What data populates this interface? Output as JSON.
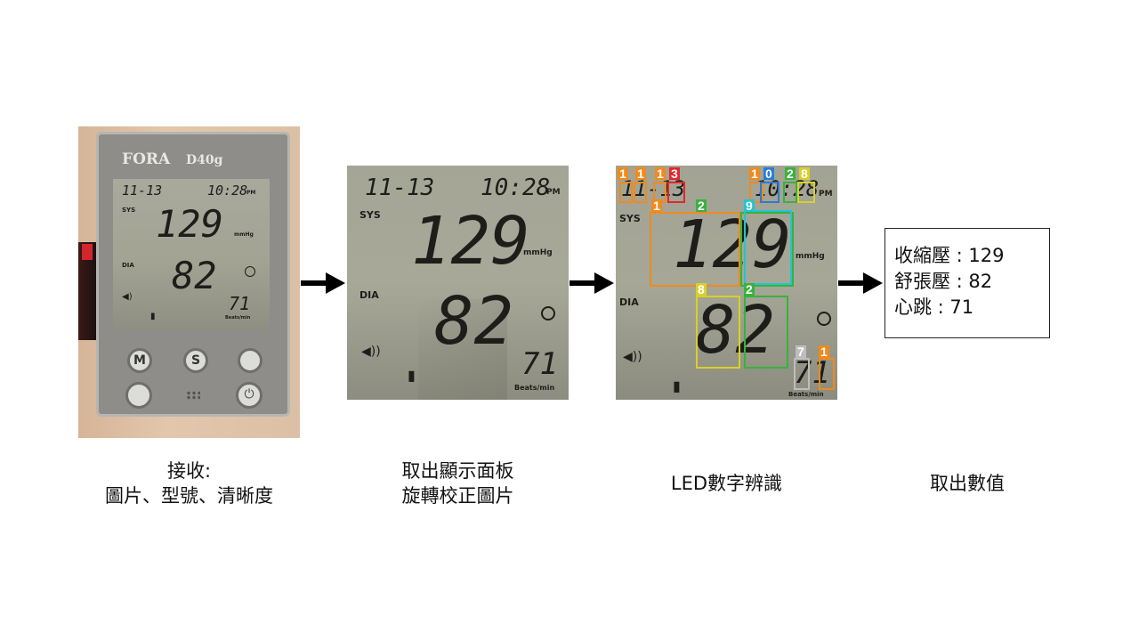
{
  "step1": {
    "brand": "FORA",
    "model": "D40g",
    "date": "11-13",
    "time": "10:28",
    "time_suffix": "PM",
    "sys_label": "SYS",
    "dia_label": "DIA",
    "sys_value": "129",
    "dia_value": "82",
    "pulse_value": "71",
    "unit_mmhg": "mmHg",
    "unit_beats": "Beats/min",
    "btn_m": "M",
    "btn_s": "S",
    "caption_line1": "接收:",
    "caption_line2": "圖片、型號、清晰度"
  },
  "step2": {
    "date": "11-13",
    "time": "10:28",
    "time_suffix": "PM",
    "sys_label": "SYS",
    "dia_label": "DIA",
    "sys_value": "129",
    "dia_value": "82",
    "pulse_value": "71",
    "unit_mmhg": "mmHg",
    "unit_beats": "Beats/min",
    "caption_line1": "取出顯示面板",
    "caption_line2": "旋轉校正圖片"
  },
  "step3": {
    "date": "11-13",
    "time": "10:28",
    "time_suffix": "PM",
    "sys_label": "SYS",
    "dia_label": "DIA",
    "sys_value": "129",
    "dia_value": "82",
    "pulse_value": "71",
    "unit_mmhg": "mmHg",
    "unit_beats": "Beats/min",
    "detections": [
      {
        "digit": "1",
        "color": "#f08a1c"
      },
      {
        "digit": "1",
        "color": "#f08a1c"
      },
      {
        "digit": "1",
        "color": "#f08a1c"
      },
      {
        "digit": "3",
        "color": "#e0282e"
      },
      {
        "digit": "1",
        "color": "#f08a1c"
      },
      {
        "digit": "0",
        "color": "#2a7bd6"
      },
      {
        "digit": "2",
        "color": "#38b23c"
      },
      {
        "digit": "8",
        "color": "#d8d02a"
      },
      {
        "digit": "1",
        "color": "#f08a1c"
      },
      {
        "digit": "2",
        "color": "#38b23c"
      },
      {
        "digit": "9",
        "color": "#22c4d4"
      },
      {
        "digit": "8",
        "color": "#d8d02a"
      },
      {
        "digit": "2",
        "color": "#38b23c"
      },
      {
        "digit": "7",
        "color": "#bdbdbd"
      },
      {
        "digit": "1",
        "color": "#f08a1c"
      }
    ],
    "caption": "LED數字辨識"
  },
  "step4": {
    "result_line1": "收縮壓 : 129",
    "result_line2": "舒張壓 : 82",
    "result_line3": "心跳 : 71",
    "caption": "取出數值"
  }
}
